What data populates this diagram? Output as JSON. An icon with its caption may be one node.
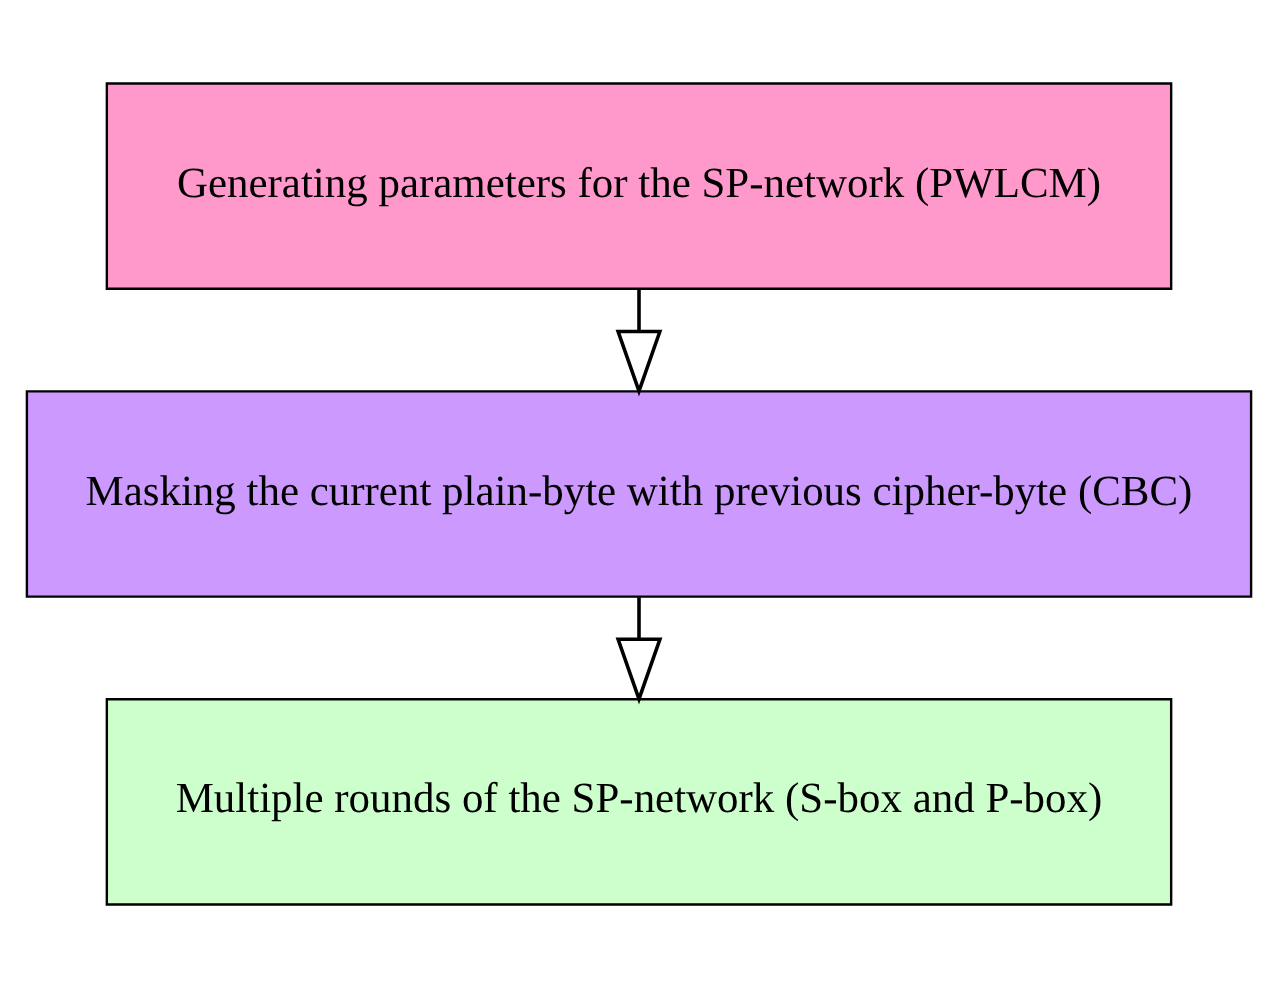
{
  "diagram": {
    "nodes": [
      {
        "text": [
          "Generating parameters for the SP-network (PWLCM)"
        ]
      },
      {
        "text": [
          "Masking the current plain-byte with previous cipher-byte (CBC)"
        ]
      },
      {
        "text": [
          "Multiple rounds of the SP-network (S-box and P-box)"
        ]
      }
    ],
    "edges": [
      {
        "from": 0,
        "to": 1,
        "arrow": "to"
      },
      {
        "from": 1,
        "to": 2,
        "arrow": "to"
      }
    ]
  }
}
